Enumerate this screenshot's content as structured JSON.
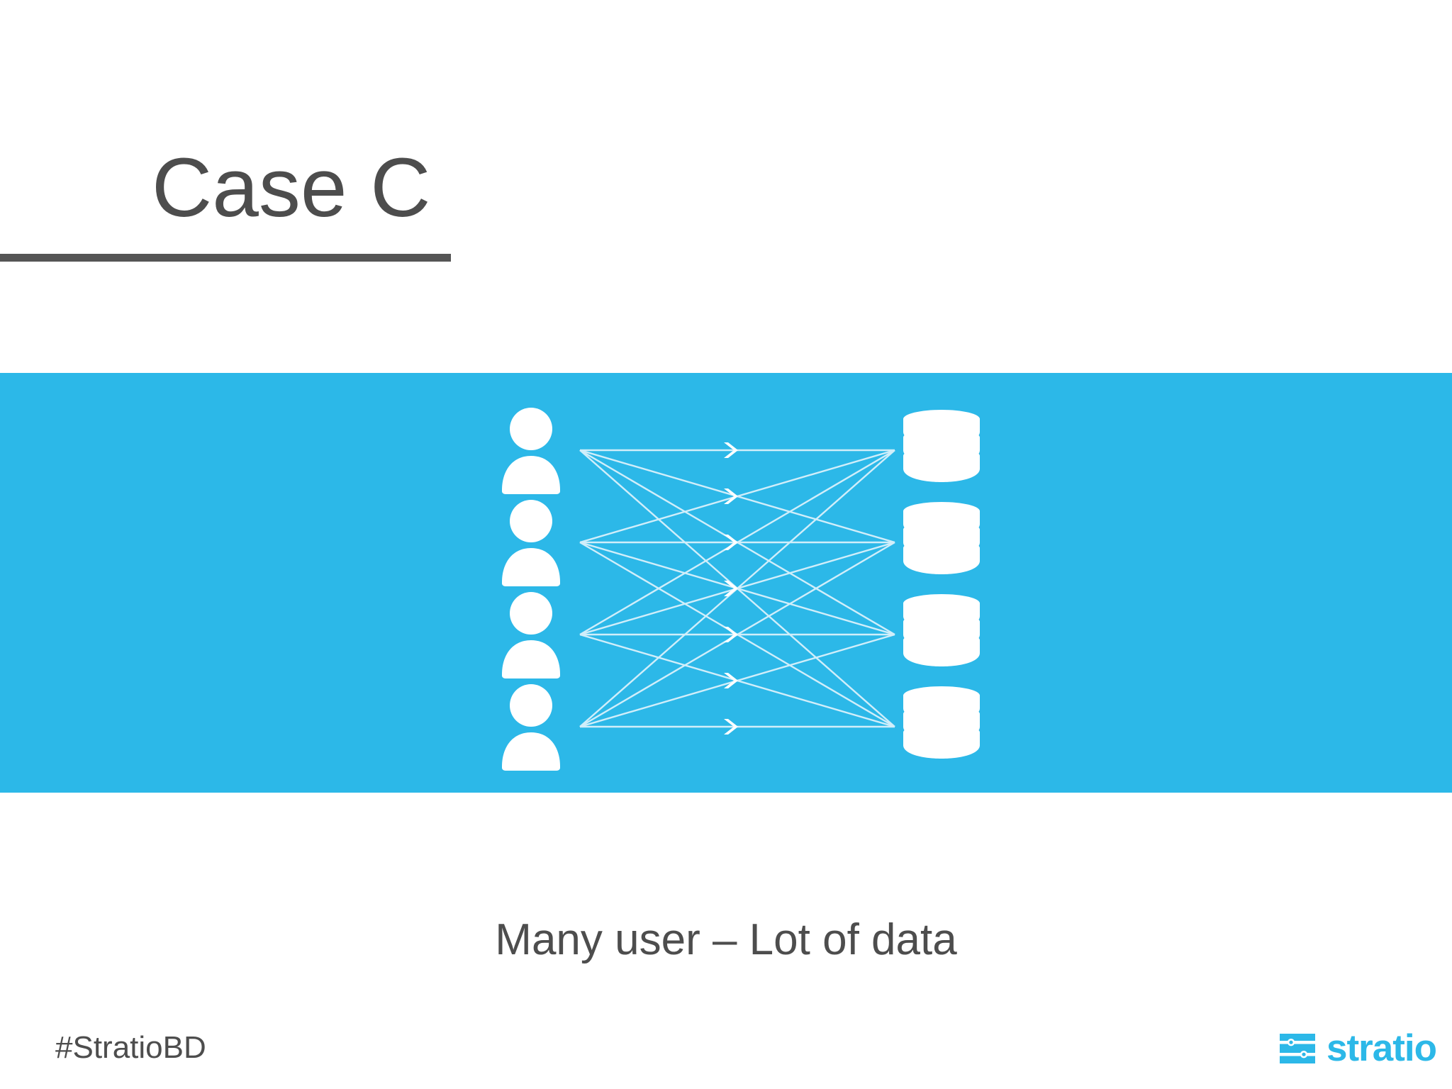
{
  "slide": {
    "title": "Case C",
    "caption": "Many user – Lot of data",
    "hashtag": "#StratioBD",
    "background_color": "#ffffff",
    "title_color": "#4d4d4d",
    "rule_color": "#555555"
  },
  "band": {
    "background_color": "#2cb8e8"
  },
  "diagram": {
    "type": "bipartite-network",
    "left_nodes": {
      "icon": "user-icon",
      "count": 4,
      "color": "#ffffff",
      "label": "users"
    },
    "right_nodes": {
      "icon": "database-icon",
      "count": 4,
      "color": "#ffffff",
      "label": "databases"
    },
    "connections": {
      "count": 16,
      "style": "fully-connected",
      "line_color": "#d8f0fb",
      "arrowhead": "chevron-right-icon",
      "arrowhead_count": 7
    }
  },
  "logo": {
    "wordmark": "stratio",
    "mark": "stratio-logo-mark",
    "color": "#2cb8e8"
  }
}
